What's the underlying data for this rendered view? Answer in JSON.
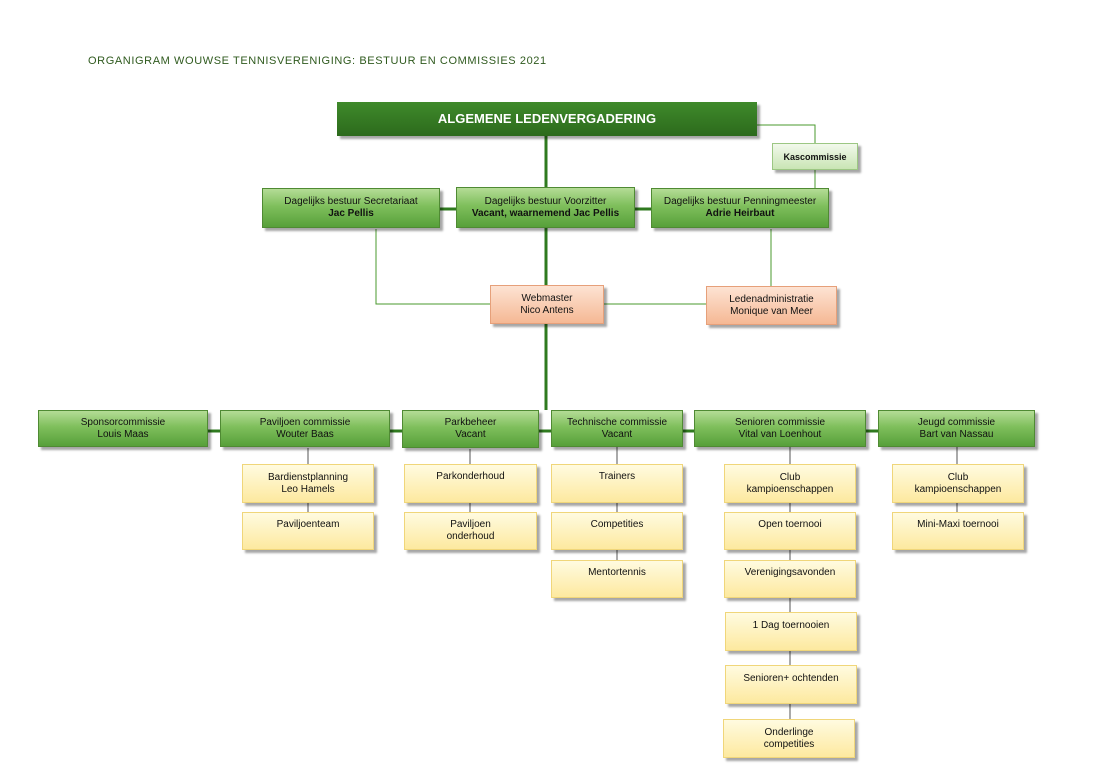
{
  "title": "ORGANIGRAM WOUWSE TENNISVERENIGING: BESTUUR EN COMMISSIES 2021",
  "top": {
    "label": "ALGEMENE LEDENVERGADERING"
  },
  "kascommissie": {
    "label": "Kascommissie"
  },
  "board": {
    "secretariaat": {
      "role": "Dagelijks bestuur Secretariaat",
      "name": "Jac Pellis"
    },
    "voorzitter": {
      "role": "Dagelijks bestuur Voorzitter",
      "name": "Vacant, waarnemend Jac Pellis"
    },
    "penningmeester": {
      "role": "Dagelijks bestuur Penningmeester",
      "name": "Adrie Heirbaut"
    }
  },
  "support": {
    "webmaster": {
      "role": "Webmaster",
      "name": "Nico Antens"
    },
    "ledenadministratie": {
      "role": "Ledenadministratie",
      "name": "Monique van Meer"
    }
  },
  "committees": {
    "sponsor": {
      "role": "Sponsorcommissie",
      "name": "Louis Maas"
    },
    "paviljoen": {
      "role": "Paviljoen commissie",
      "name": "Wouter Baas"
    },
    "parkbeheer": {
      "role": "Parkbeheer",
      "name": "Vacant"
    },
    "technische": {
      "role": "Technische commissie",
      "name": "Vacant"
    },
    "senioren": {
      "role": "Senioren commissie",
      "name": "Vital van Loenhout"
    },
    "jeugd": {
      "role": "Jeugd commissie",
      "name": "Bart van Nassau"
    }
  },
  "tasks": {
    "paviljoen": [
      {
        "l1": "Bardienstplanning",
        "l2": "Leo Hamels"
      },
      {
        "l1": "Paviljoenteam",
        "l2": ""
      }
    ],
    "parkbeheer": [
      {
        "l1": "Parkonderhoud",
        "l2": ""
      },
      {
        "l1": "Paviljoen",
        "l2": "onderhoud"
      }
    ],
    "technische": [
      {
        "l1": "Trainers",
        "l2": ""
      },
      {
        "l1": "Competities",
        "l2": ""
      },
      {
        "l1": "Mentortennis",
        "l2": ""
      }
    ],
    "senioren": [
      {
        "l1": "Club",
        "l2": "kampioenschappen"
      },
      {
        "l1": "Open toernooi",
        "l2": ""
      },
      {
        "l1": "Verenigingsavonden",
        "l2": ""
      },
      {
        "l1": "1 Dag toernooien",
        "l2": ""
      },
      {
        "l1": "Senioren+ ochtenden",
        "l2": ""
      },
      {
        "l1": "Onderlinge",
        "l2": "competities"
      }
    ],
    "jeugd": [
      {
        "l1": "Club",
        "l2": "kampioenschappen"
      },
      {
        "l1": "Mini-Maxi toernooi",
        "l2": ""
      }
    ]
  }
}
